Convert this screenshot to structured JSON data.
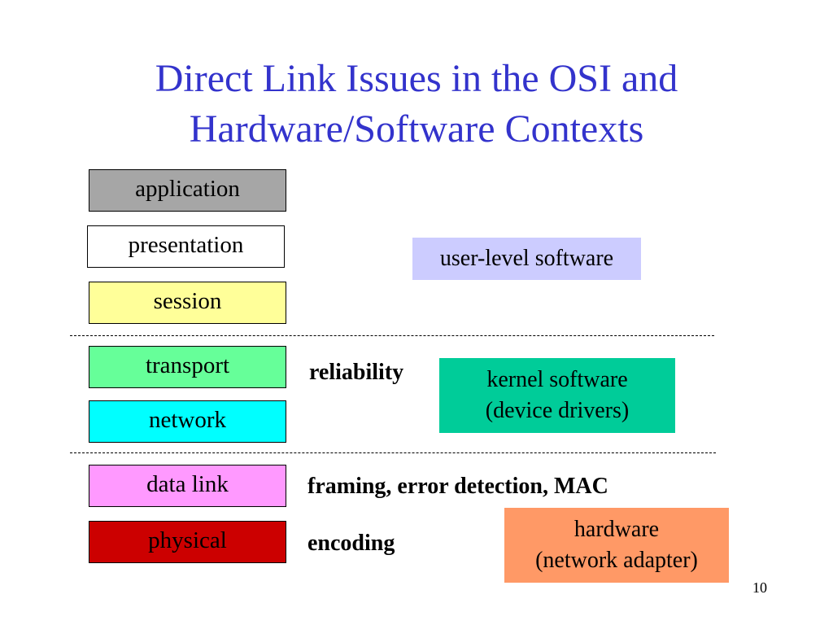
{
  "title": {
    "line1": "Direct Link Issues in the OSI and",
    "line2": "Hardware/Software Contexts"
  },
  "layers": [
    {
      "label": "application",
      "color": "#a6a6a6"
    },
    {
      "label": "presentation",
      "color": "#ffffff"
    },
    {
      "label": "session",
      "color": "#ffff99"
    },
    {
      "label": "transport",
      "color": "#66ff99"
    },
    {
      "label": "network",
      "color": "#00ffff"
    },
    {
      "label": "data link",
      "color": "#ff99ff"
    },
    {
      "label": "physical",
      "color": "#cc0000"
    }
  ],
  "issues": {
    "reliability": "reliability",
    "framing": "framing, error detection, MAC",
    "encoding": "encoding"
  },
  "contexts": {
    "user": {
      "label": "user-level software",
      "color": "#ccccff"
    },
    "kernel": {
      "line1": "kernel software",
      "line2": "(device drivers)",
      "color": "#00cc99"
    },
    "hardware": {
      "line1": "hardware",
      "line2": "(network adapter)",
      "color": "#ff9966"
    }
  },
  "page_number": "10"
}
